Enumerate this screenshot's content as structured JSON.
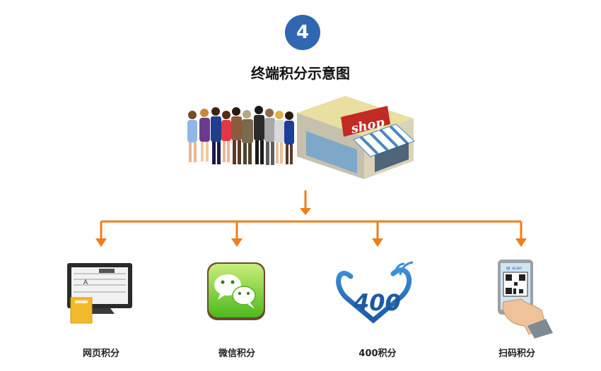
{
  "header": {
    "step_number": "4",
    "title": "终端积分示意图"
  },
  "illustration": {
    "shop_sign": "shop"
  },
  "flow": {
    "arrow_color": "#f07c1a"
  },
  "channels": [
    {
      "label": "网页积分",
      "icon": "computer-icon"
    },
    {
      "label": "微信积分",
      "icon": "wechat-icon"
    },
    {
      "label": "400积分",
      "icon": "hotline-400-icon",
      "logo_text": "400"
    },
    {
      "label": "扫码积分",
      "icon": "qr-scan-phone-icon",
      "screen_text": "qr scan"
    }
  ]
}
